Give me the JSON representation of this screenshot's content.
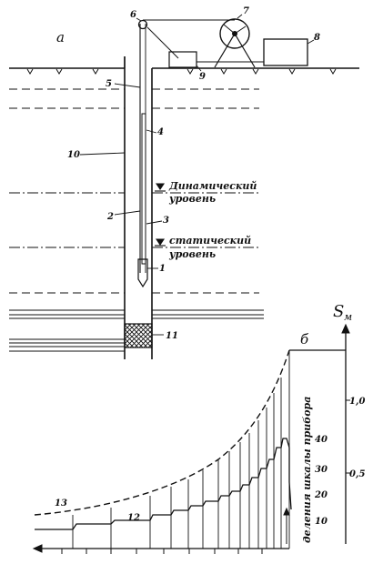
{
  "panels": {
    "a": "а",
    "b": "б"
  },
  "levels": {
    "dynamic": [
      "Динамический",
      "уровень"
    ],
    "static": [
      "статический",
      "уровень"
    ]
  },
  "numbers": {
    "n1": "1",
    "n2": "2",
    "n3": "3",
    "n4": "4",
    "n5": "5",
    "n6": "6",
    "n7": "7",
    "n8": "8",
    "n9": "9",
    "n10": "10",
    "n11": "11",
    "n12": "12",
    "n13": "13"
  },
  "right_axis": {
    "label": "S",
    "unit": "м",
    "ticks": [
      "1,0",
      "0,5"
    ]
  },
  "scale_axis": {
    "label": "деления шкалы прибора",
    "ticks": [
      "40",
      "30",
      "20",
      "10"
    ]
  },
  "colors": {
    "ink": "#111111",
    "paper": "#ffffff"
  }
}
